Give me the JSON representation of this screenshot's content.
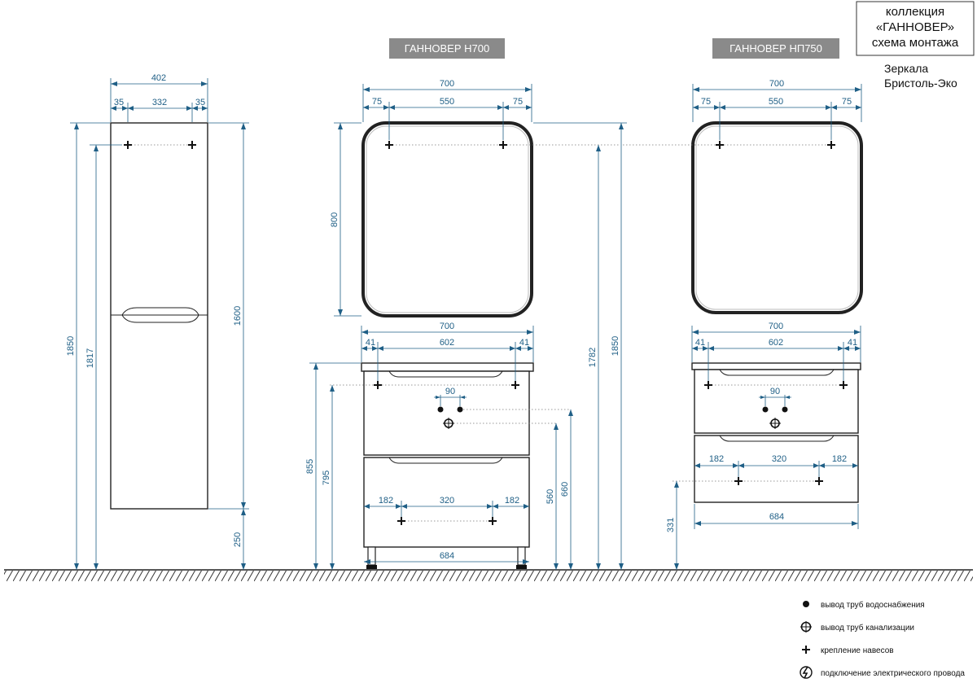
{
  "header": {
    "collection_box": {
      "line1": "коллекция",
      "line2": "«ГАННОВЕР»",
      "line3": "схема монтажа"
    },
    "mirrors_note": {
      "line1": "Зеркала",
      "line2": "Бристоль-Эко"
    }
  },
  "tags": {
    "h700": "ГАННОВЕР Н700",
    "np750": "ГАННОВЕР НП750"
  },
  "pencil_case": {
    "width_total": "402",
    "offset_left": "35",
    "mount_span": "332",
    "offset_right": "35",
    "height_total": "1850",
    "mount_height": "1817",
    "body_height": "1600",
    "floor_gap": "250"
  },
  "mirror_h700": {
    "width_total": "700",
    "offset_left": "75",
    "mount_span": "550",
    "offset_right": "75",
    "height": "800"
  },
  "mirror_np750": {
    "width_total": "700",
    "offset_left": "75",
    "mount_span": "550",
    "offset_right": "75"
  },
  "vanity_h700": {
    "top_width": "700",
    "overhang_left": "41",
    "basin_span": "602",
    "overhang_right": "41",
    "pipe_spacing": "90",
    "mount_left": "182",
    "mount_span": "320",
    "mount_right": "182",
    "body_width": "684",
    "height_top": "855",
    "height_mount": "795",
    "drain_height": "560",
    "supply_height": "660",
    "mirror_mount_height": "1782",
    "overall_height": "1850"
  },
  "vanity_np750": {
    "top_width": "700",
    "overhang_left": "41",
    "basin_span": "602",
    "overhang_right": "41",
    "pipe_spacing": "90",
    "mount_left": "182",
    "mount_span": "320",
    "mount_right": "182",
    "body_width": "684",
    "bottom_height": "331"
  },
  "legend": [
    {
      "icon": "water-supply-icon",
      "label": "вывод труб водоснабжения"
    },
    {
      "icon": "sewer-outlet-icon",
      "label": "вывод труб канализации"
    },
    {
      "icon": "mount-cross-icon",
      "label": "крепление навесов"
    },
    {
      "icon": "electric-icon",
      "label": "подключение электрического провода"
    }
  ]
}
